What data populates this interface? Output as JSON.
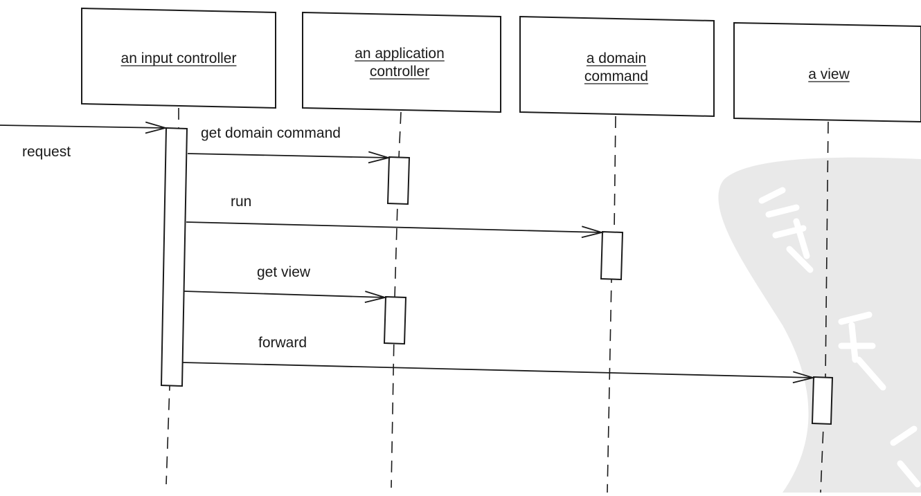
{
  "diagram": {
    "type": "sequence",
    "participants": [
      {
        "id": "input",
        "label_lines": [
          "an input controller"
        ]
      },
      {
        "id": "app",
        "label_lines": [
          "an application",
          "controller"
        ]
      },
      {
        "id": "domain",
        "label_lines": [
          "a domain",
          "command"
        ]
      },
      {
        "id": "view",
        "label_lines": [
          "a view"
        ]
      }
    ],
    "found_message": {
      "label": "request",
      "to": "input"
    },
    "messages": [
      {
        "label": "get domain command",
        "from": "input",
        "to": "app"
      },
      {
        "label": "run",
        "from": "input",
        "to": "domain"
      },
      {
        "label": "get view",
        "from": "input",
        "to": "app"
      },
      {
        "label": "forward",
        "from": "input",
        "to": "view"
      }
    ],
    "colors": {
      "ink": "#1a1a1a",
      "watermark": "#e9e9e9"
    }
  }
}
